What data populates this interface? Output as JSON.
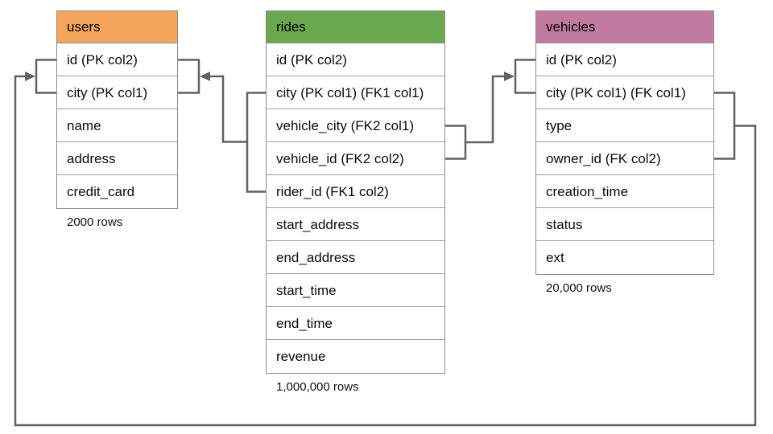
{
  "tables": [
    {
      "name": "users",
      "header_color": "#F6A55C",
      "columns": [
        "id (PK col2)",
        "city (PK col1)",
        "name",
        "address",
        "credit_card"
      ],
      "rows_label": "2000 rows"
    },
    {
      "name": "rides",
      "header_color": "#6AA84F",
      "columns": [
        "id (PK col2)",
        "city (PK col1) (FK1 col1)",
        "vehicle_city (FK2 col1)",
        "vehicle_id (FK2 col2)",
        "rider_id (FK1 col2)",
        "start_address",
        "end_address",
        "start_time",
        "end_time",
        "revenue"
      ],
      "rows_label": "1,000,000 rows"
    },
    {
      "name": "vehicles",
      "header_color": "#C27BA0",
      "columns": [
        "id (PK col2)",
        "city (PK col1) (FK col1)",
        "type",
        "owner_id (FK col2)",
        "creation_time",
        "status",
        "ext"
      ],
      "rows_label": "20,000 rows"
    }
  ],
  "relationships": [
    {
      "from": "rides (city FK1 col1, rider_id FK1 col2)",
      "to": "users (city PK col1, id PK col2)"
    },
    {
      "from": "rides (vehicle_city FK2 col1, vehicle_id FK2 col2)",
      "to": "vehicles (city PK col1, id PK col2)"
    },
    {
      "from": "vehicles (city FK col1, owner_id FK col2)",
      "to": "users (city PK col1, id PK col2)"
    }
  ],
  "colors": {
    "connector": "#616161",
    "table_border": "#8b8b8b",
    "users_header": "#F6A55C",
    "rides_header": "#6AA84F",
    "vehicles_header": "#C27BA0"
  }
}
